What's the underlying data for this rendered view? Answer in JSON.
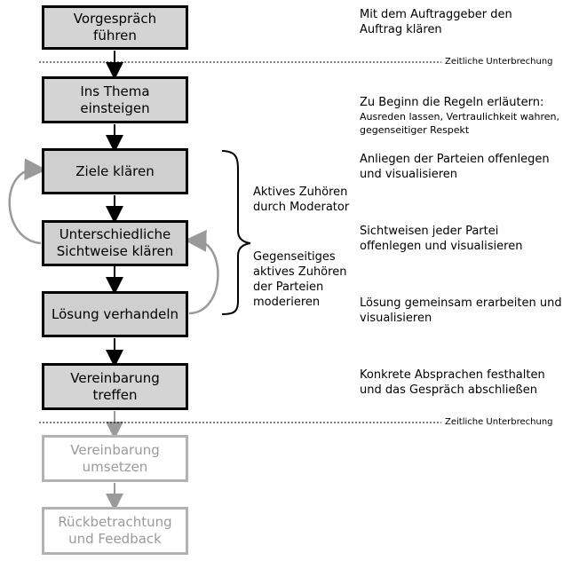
{
  "steps": [
    {
      "label": "Vorgespräch\nführen",
      "style": "dark"
    },
    {
      "label": "Ins Thema\neinsteigen",
      "style": "dark"
    },
    {
      "label": "Ziele klären",
      "style": "mid"
    },
    {
      "label": "Unterschiedliche\nSichtweise klären",
      "style": "mid"
    },
    {
      "label": "Lösung verhandeln",
      "style": "mid"
    },
    {
      "label": "Vereinbarung\ntreffen",
      "style": "dark"
    },
    {
      "label": "Vereinbarung\numsetzen",
      "style": "light"
    },
    {
      "label": "Rückbetrachtung\nund Feedback",
      "style": "light"
    }
  ],
  "notes": {
    "n1": "Mit dem Auftraggeber den\nAuftrag klären",
    "n2_main": "Zu Beginn die Regeln erläutern:",
    "n2_sub": "Ausreden lassen, Vertraulichkeit wahren,\ngegenseitiger Respekt",
    "n3": "Anliegen der Parteien offenlegen\nund visualisieren",
    "n4": "Sichtweisen jeder Partei\noffenlegen und visualisieren",
    "n5": "Lösung gemeinsam erarbeiten und\nvisualisieren",
    "n6": "Konkrete Absprachen festhalten\nund das Gespräch abschließen"
  },
  "side_labels": {
    "moderator": "Aktives Zuhören\ndurch Moderator",
    "parties": "Gegenseitiges\naktives Zuhören\nder Parteien\nmoderieren"
  },
  "break_label": "Zeitliche Unterbrechung",
  "colors": {
    "dark_border": "#000000",
    "light_border": "#b2b2b2",
    "loop_arrow": "#9a9a9a"
  }
}
